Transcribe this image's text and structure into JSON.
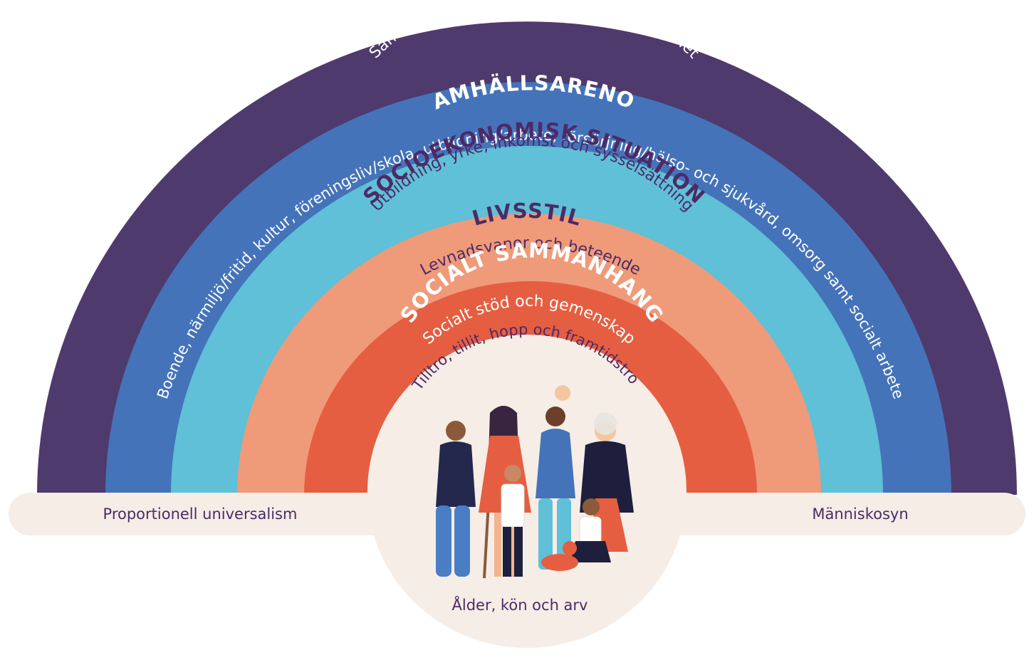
{
  "colors": {
    "band1": "#4f3a6d",
    "band2": "#4473ba",
    "band3": "#5fc0d7",
    "band4": "#ef9a78",
    "band5": "#e55e41",
    "center": "#f5ede6",
    "bar": "#f5ede6",
    "text_dark": "#4d2a66",
    "text_light": "#ffffff"
  },
  "rings": [
    {
      "title": "SAMHÄLLSUTVECKLING",
      "subtitle": "Samhällsekonomi, miljö och social hållbarhet"
    },
    {
      "title": "SAMHÄLLSARENOR",
      "subtitle": "Boende, närmiljö/fritid, kultur, föreningsliv/skola, utbildning/arbete, försörjning/hälso- och sjukvård, omsorg samt socialt arbete"
    },
    {
      "title": "SOCIOEKONOMISK SITUATION",
      "subtitle": "Utbildning, yrke, inkomst och sysselsättning"
    },
    {
      "title": "LIVSSTIL",
      "subtitle": "Levnadsvanor och beteende"
    },
    {
      "title": "SOCIALT SAMMANHANG",
      "subtitle": "Socialt stöd och gemenskap"
    }
  ],
  "center": {
    "top_text": "Tilltro, tillit, hopp och framtidstro",
    "bottom_text": "Ålder, kön och arv"
  },
  "bar": {
    "left_label": "Proportionell universalism",
    "right_label": "Människosyn"
  }
}
